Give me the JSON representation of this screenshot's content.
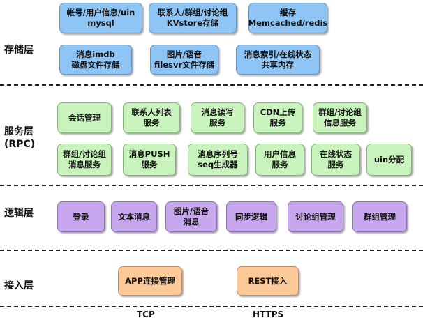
{
  "layers": {
    "storage": {
      "label": "存储层"
    },
    "service": {
      "label": "服务层\n(RPC)"
    },
    "logic": {
      "label": "逻辑层"
    },
    "access": {
      "label": "接入层"
    }
  },
  "storage": {
    "row1": [
      "帐号/用户信息/uin\nmysql",
      "联系人/群组/讨论组\nKVstore存储",
      "缓存\nMemcached/redis"
    ],
    "row2": [
      "消息imdb\n磁盘文件存储",
      "图片/语音\nfilesvr文件存储",
      "消息索引/在线状态\n共享内存"
    ]
  },
  "service": {
    "row1": [
      "会话管理",
      "联系人列表\n服务",
      "消息读写\n服务",
      "CDN上传\n服务",
      "群组/讨论组\n信息服务"
    ],
    "row2": [
      "群组/讨论组\n消息服务",
      "消息PUSH\n服务",
      "消息序列号\nseq生成器",
      "用户信息\n服务",
      "在线状态\n服务",
      "uin分配"
    ]
  },
  "logic": {
    "items": [
      "登录",
      "文本消息",
      "图片/语音\n消息",
      "同步逻辑",
      "讨论组管理",
      "群组管理"
    ]
  },
  "access": {
    "items": [
      "APP连接管理",
      "REST接入"
    ]
  },
  "protocols": [
    "TCP",
    "HTTPS"
  ],
  "colors": {
    "storage": "#8ec5f4",
    "service": "#c9f3bd",
    "logic": "#c7a7ee",
    "access": "#fcc999"
  }
}
